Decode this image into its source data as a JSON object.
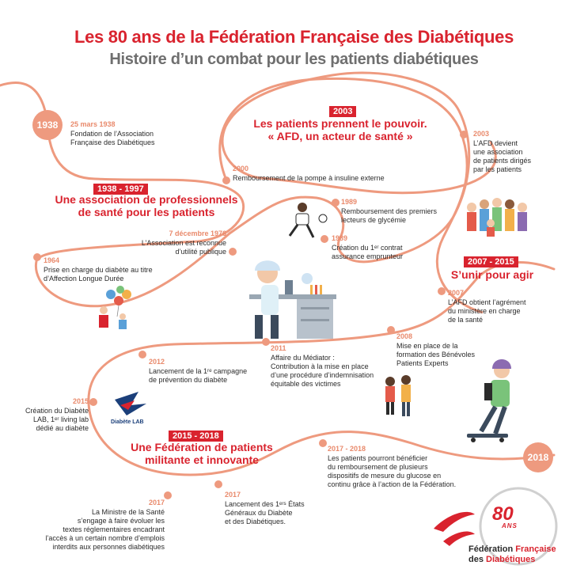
{
  "header": {
    "title": "Les 80 ans de la Fédération Française des Diabétiques",
    "subtitle": "Histoire d’un combat pour les patients diabétiques"
  },
  "colors": {
    "accent": "#d9232e",
    "path": "#ee9a7f",
    "date": "#e98a6c",
    "subtitle": "#6f6f6f"
  },
  "year_markers": {
    "start": "1938",
    "end": "2018"
  },
  "sections": {
    "s1": {
      "badge": "1938 - 1997",
      "title_line1": "Une association de professionnels",
      "title_line2": "de santé pour les patients"
    },
    "s2": {
      "badge": "2003",
      "title_line1": "Les patients prennent le pouvoir.",
      "title_line2": "« AFD, un acteur de santé »"
    },
    "s3": {
      "badge": "2007 - 2015",
      "title_line1": "S’unir pour agir"
    },
    "s4": {
      "badge": "2015 - 2018",
      "title_line1": "Une Fédération de patients",
      "title_line2": "militante et innovante"
    }
  },
  "events": {
    "e1938": {
      "date": "25 mars 1938",
      "l1": "Fondation de l’Association",
      "l2": "Française des Diabétiques"
    },
    "e1976": {
      "date": "7 décembre 1976",
      "l1": "L’Association est reconnue",
      "l2": "d’utilité publique"
    },
    "e1964": {
      "date": "1964",
      "l1": "Prise en charge du diabète au titre",
      "l2": "d’Affection Longue Durée"
    },
    "e2000": {
      "date": "2000",
      "l1": "Remboursement de la pompe à insuline externe"
    },
    "e1989a": {
      "date": "1989",
      "l1": "Remboursement des premiers",
      "l2": "lecteurs de glycémie"
    },
    "e1989b": {
      "date": "1989",
      "l1": "Création du 1ᵉʳ contrat",
      "l2": "assurance emprunteur"
    },
    "e2003": {
      "date": "2003",
      "l1": "L’AFD devient",
      "l2": "une association",
      "l3": "de patients dirigés",
      "l4": "par les patients"
    },
    "e2007": {
      "date": "2007",
      "l1": "L’AFD obtient l’agrément",
      "l2": "du ministère en charge",
      "l3": "de la santé"
    },
    "e2008": {
      "date": "2008",
      "l1": "Mise en place de la",
      "l2": "formation des Bénévoles",
      "l3": "Patients Experts"
    },
    "e2011": {
      "date": "2011",
      "l1": "Affaire du Médiator :",
      "l2": "Contribution à la mise en place",
      "l3": "d’une procédure d’indemnisation",
      "l4": "équitable des victimes"
    },
    "e2012": {
      "date": "2012",
      "l1": "Lancement de la 1ʳᵉ campagne",
      "l2": "de prévention du diabète"
    },
    "e2015": {
      "date": "2015",
      "l1": "Création du Diabète",
      "l2": "LAB, 1ᵉʳ living lab",
      "l3": "dédié au diabète"
    },
    "e2017a": {
      "date": "2017 - 2018",
      "l1": "Les patients pourront bénéficier",
      "l2": "du remboursement de plusieurs",
      "l3": "dispositifs de mesure du glucose en",
      "l4": "continu grâce à l’action de la Fédération."
    },
    "e2017b": {
      "date": "2017",
      "l1": "Lancement des 1ᵉʳˢ États",
      "l2": "Généraux du Diabète",
      "l3": "et des Diabétiques."
    },
    "e2017c": {
      "date": "2017",
      "l1": "La Ministre de la Santé",
      "l2": "s’engage à faire évoluer les",
      "l3": "textes réglementaires encadrant",
      "l4": "l’accès à un certain nombre d’emplois",
      "l5": "interdits aux personnes diabétiques"
    }
  },
  "diabete_lab": {
    "label": "Diabète LAB"
  },
  "logo": {
    "number": "80",
    "ans": "ANS",
    "line1_a": "Fédération ",
    "line1_b": "Française",
    "line2_a": "des ",
    "line2_b": "Diabétiques"
  }
}
